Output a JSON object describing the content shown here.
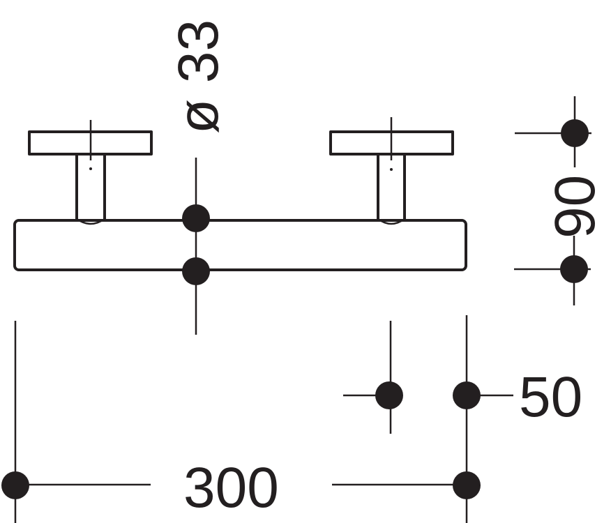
{
  "dimensions": {
    "diameter": "ø 33",
    "height": "90",
    "offset": "50",
    "width": "300"
  },
  "colors": {
    "ink": "#231f20",
    "background": "#ffffff"
  }
}
